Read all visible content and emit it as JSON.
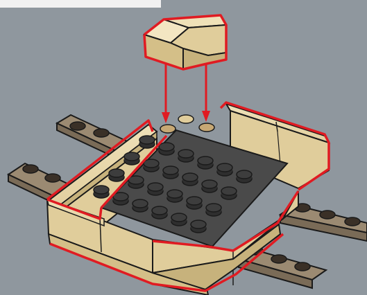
{
  "illustration": {
    "subject": "building-instruction-step",
    "colors": {
      "background": "#8f979e",
      "tan": "#e0cd9b",
      "tan_shadow": "#c7b27c",
      "tan_light": "#efe1b8",
      "dark_tan": "#9b8a72",
      "dark_tan_shadow": "#7a6b57",
      "plate": "#4a4a4a",
      "stud": "#3d3d3d",
      "highlight": "#e01b22",
      "outline": "#1a1a1a"
    },
    "parts": [
      {
        "name": "corner-brick",
        "color": "tan",
        "action": "insert"
      },
      {
        "name": "base-plate",
        "color": "dark-gray",
        "studs": 24
      },
      {
        "name": "tan-wall-assembly",
        "color": "tan"
      },
      {
        "name": "support-plates",
        "color": "dark-tan",
        "count": 4
      }
    ]
  }
}
